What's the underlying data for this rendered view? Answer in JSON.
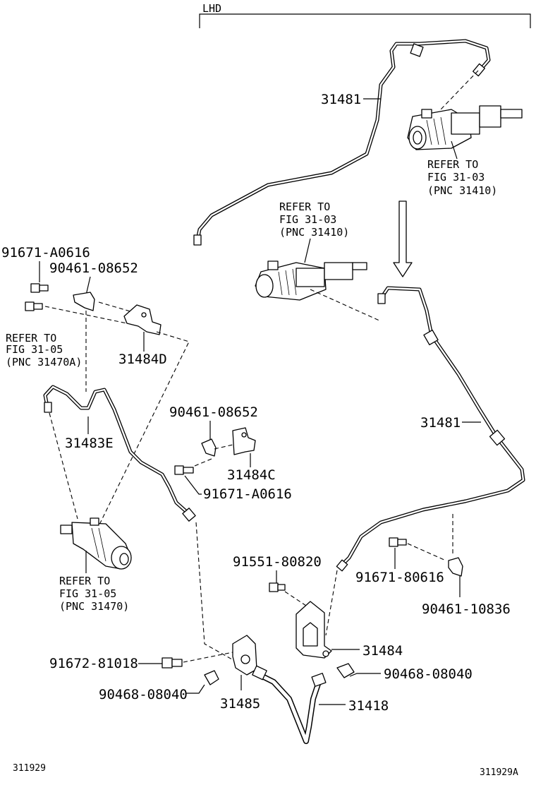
{
  "header": {
    "lhd": "LHD"
  },
  "parts": {
    "p31481_top": "31481",
    "p31481_right": "31481",
    "p91671_a0616_left": "91671-A0616",
    "p90461_08652_left": "90461-08652",
    "p31484d": "31484D",
    "p31483e": "31483E",
    "p90461_08652_mid": "90461-08652",
    "p31484c": "31484C",
    "p91671_a0616_mid": "91671-A0616",
    "p91551_80820": "91551-80820",
    "p91671_80616": "91671-80616",
    "p90461_10836": "90461-10836",
    "p31484": "31484",
    "p91672_81018": "91672-81018",
    "p90468_08040_right": "90468-08040",
    "p90468_08040_left": "90468-08040",
    "p31485": "31485",
    "p31418": "31418"
  },
  "refs": {
    "ref_top_right": [
      "REFER TO",
      "FIG 31-03",
      "(PNC 31410)"
    ],
    "ref_center": [
      "REFER TO",
      "FIG 31-03",
      "(PNC 31410)"
    ],
    "ref_left": [
      "REFER TO",
      "FIG 31-05",
      "(PNC 31470A)"
    ],
    "ref_bottom_left": [
      "REFER TO",
      "FIG 31-05",
      "(PNC 31470)"
    ]
  },
  "footer": {
    "left_code": "311929",
    "right_code": "311929A"
  }
}
